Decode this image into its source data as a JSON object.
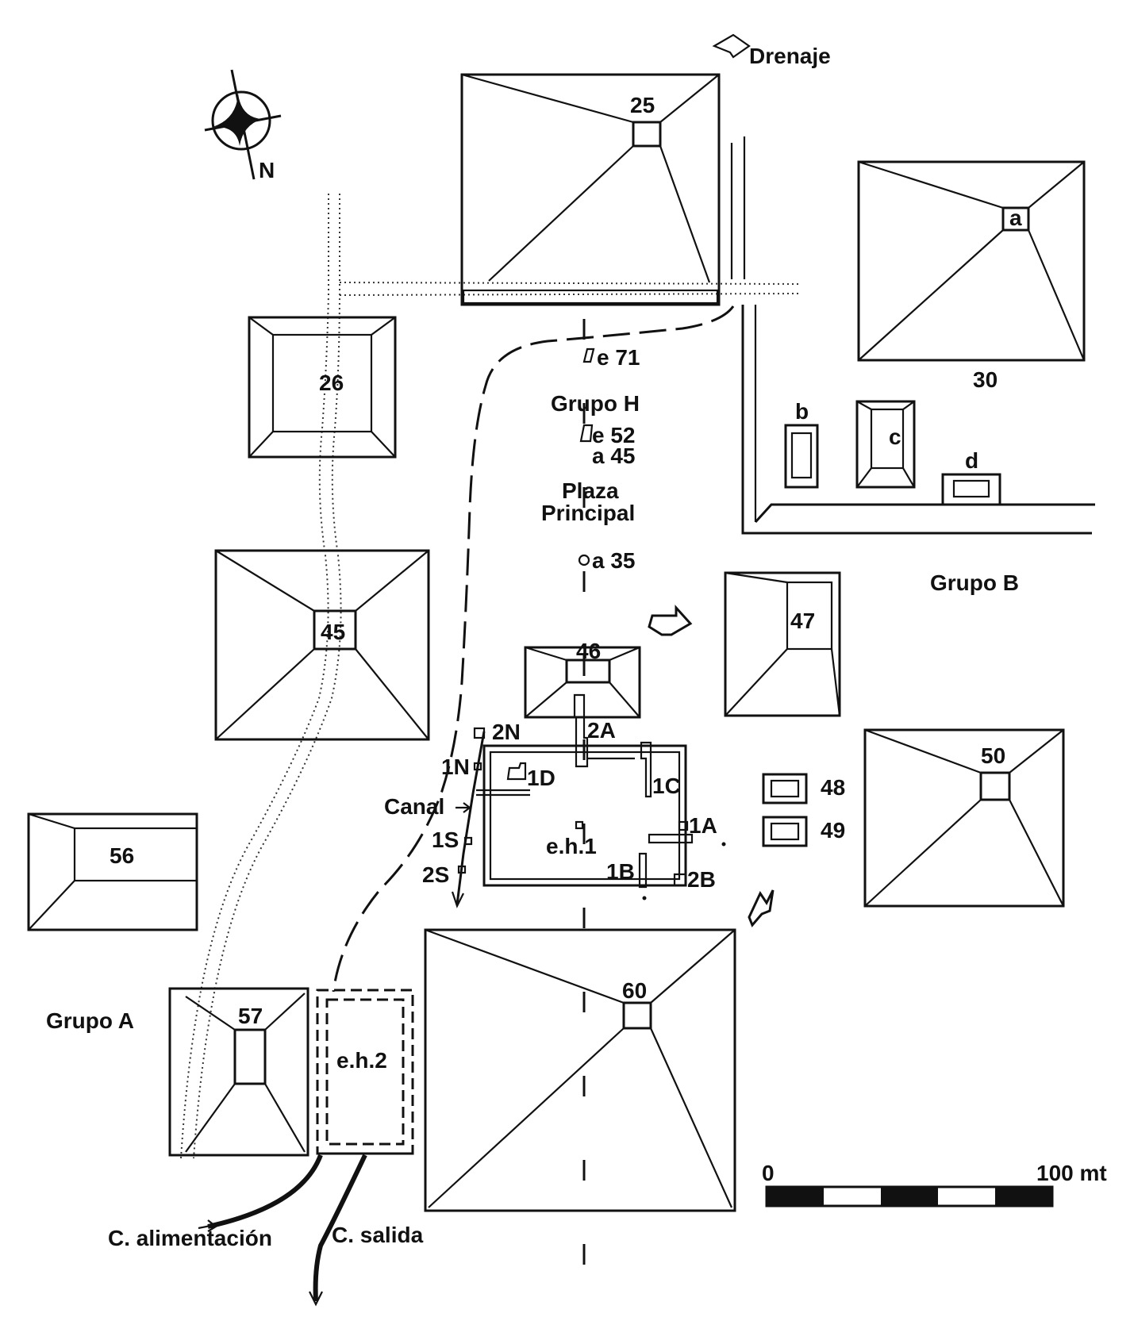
{
  "map": {
    "compass": {
      "label": "N"
    },
    "labels": {
      "drenaje": "Drenaje",
      "grupo_h": "Grupo H",
      "grupo_b": "Grupo B",
      "grupo_a": "Grupo A",
      "plaza_line1": "Plaza",
      "plaza_line2": "Principal",
      "canal": "Canal",
      "c_alimentacion": "C. alimentación",
      "c_salida": "C. salida"
    },
    "markers": {
      "e71": "e 71",
      "e52": "e 52",
      "a45": "a 45",
      "a35": "a 35"
    },
    "structures": {
      "s25": "25",
      "s26": "26",
      "s30": "30",
      "s45": "45",
      "s46": "46",
      "s47": "47",
      "s48": "48",
      "s49": "49",
      "s50": "50",
      "s56": "56",
      "s57": "57",
      "s60": "60",
      "sa": "a",
      "sb": "b",
      "sc": "c",
      "sd": "d"
    },
    "waterworks": {
      "eh1": "e.h.1",
      "eh2": "e.h.2",
      "w1A": "1A",
      "w1B": "1B",
      "w1C": "1C",
      "w1D": "1D",
      "w1N": "1N",
      "w1S": "1S",
      "w2A": "2A",
      "w2B": "2B",
      "w2N": "2N",
      "w2S": "2S"
    },
    "scale": {
      "start": "0",
      "end": "100 mt"
    }
  }
}
